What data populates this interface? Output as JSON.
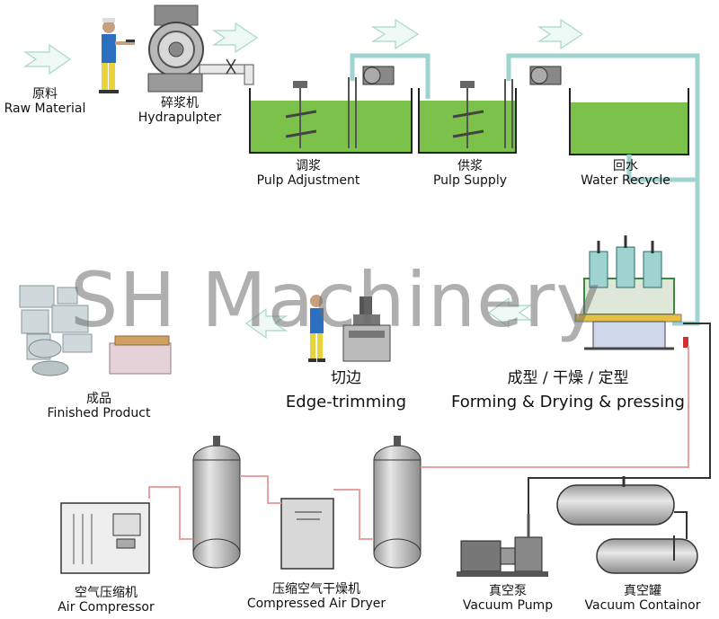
{
  "stations": {
    "raw_material": {
      "zh": "原料",
      "en": "Raw Material"
    },
    "hydrapulpter": {
      "zh": "碎浆机",
      "en": "Hydrapulpter"
    },
    "pulp_adjustment": {
      "zh": "调浆",
      "en": "Pulp Adjustment"
    },
    "pulp_supply": {
      "zh": "供浆",
      "en": "Pulp Supply"
    },
    "water_recycle": {
      "zh": "回水",
      "en": "Water Recycle"
    },
    "finished_product": {
      "zh": "成品",
      "en": "Finished Product"
    },
    "edge_trimming": {
      "zh": "切边",
      "en": "Edge-trimming"
    },
    "forming": {
      "zh": "成型 / 干燥 / 定型",
      "en": "Forming & Drying & pressing"
    },
    "air_compressor": {
      "zh": "空气压缩机",
      "en": "Air Compressor"
    },
    "air_dryer": {
      "zh": "压缩空气干燥机",
      "en": "Compressed Air Dryer"
    },
    "vacuum_pump": {
      "zh": "真空泵",
      "en": "Vacuum Pump"
    },
    "vacuum_container": {
      "zh": "真空罐",
      "en": "Vacuum Containor"
    }
  },
  "watermark": "SH Machinery",
  "colors": {
    "pulp_green": "#7cc24a",
    "pipe_teal": "#9fd3d0",
    "pipe_red": "#e8a0a0",
    "tank_grey": "#d4d4d4",
    "worker_yellow": "#e8d43a",
    "worker_blue": "#2a6fc0"
  }
}
